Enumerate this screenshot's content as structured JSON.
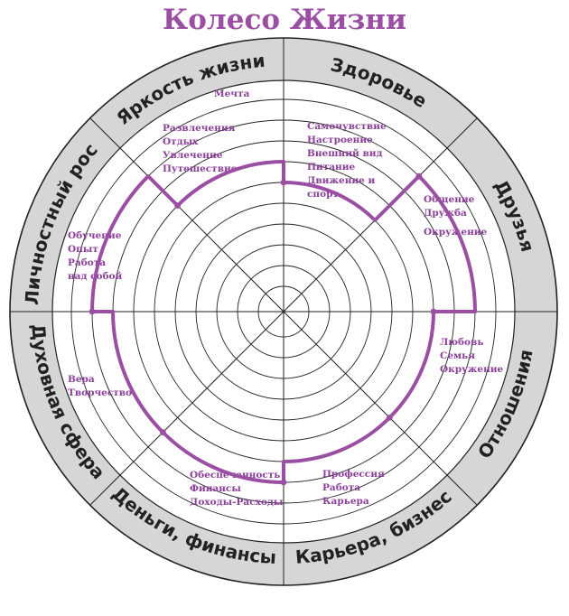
{
  "title": "Колесо  Жизни",
  "colors": {
    "accent": "#9b4fa3",
    "ring": "#d6d6d6",
    "line": "#222222"
  },
  "segments": [
    {
      "label": "Здоровье",
      "notes": [
        "Самочувствие",
        "Настроение",
        "Внешний вид",
        "Питание",
        "Движение и",
        "спорт"
      ],
      "score": 6
    },
    {
      "label": "Друзья",
      "notes": [
        "Общение",
        "Дружба",
        "",
        "Окружение"
      ],
      "score": 9
    },
    {
      "label": "Отношения",
      "notes": [
        "Любовь",
        "Семья",
        "Окружение"
      ],
      "score": 7
    },
    {
      "label": "Карьера, бизнес",
      "notes": [
        "Профессия",
        "Работа",
        "Карьера"
      ],
      "score": 7
    },
    {
      "label": "Деньги, финансы",
      "notes": [
        "Обеспеченность",
        "Финансы",
        "Доходы-Расходы"
      ],
      "score": 8
    },
    {
      "label": "Духовная сфера",
      "notes": [
        "Вера",
        "Творчество"
      ],
      "score": 8
    },
    {
      "label": "Личностный рост",
      "notes": [
        "Обучение",
        "Опыт",
        "Работа",
        "над собой"
      ],
      "score": 9
    },
    {
      "label": "Яркость жизни",
      "notes": [
        "Мечта",
        "",
        "Развлечения",
        "Отдых",
        "Увлечение",
        "Путешествие"
      ],
      "score": 7
    }
  ]
}
